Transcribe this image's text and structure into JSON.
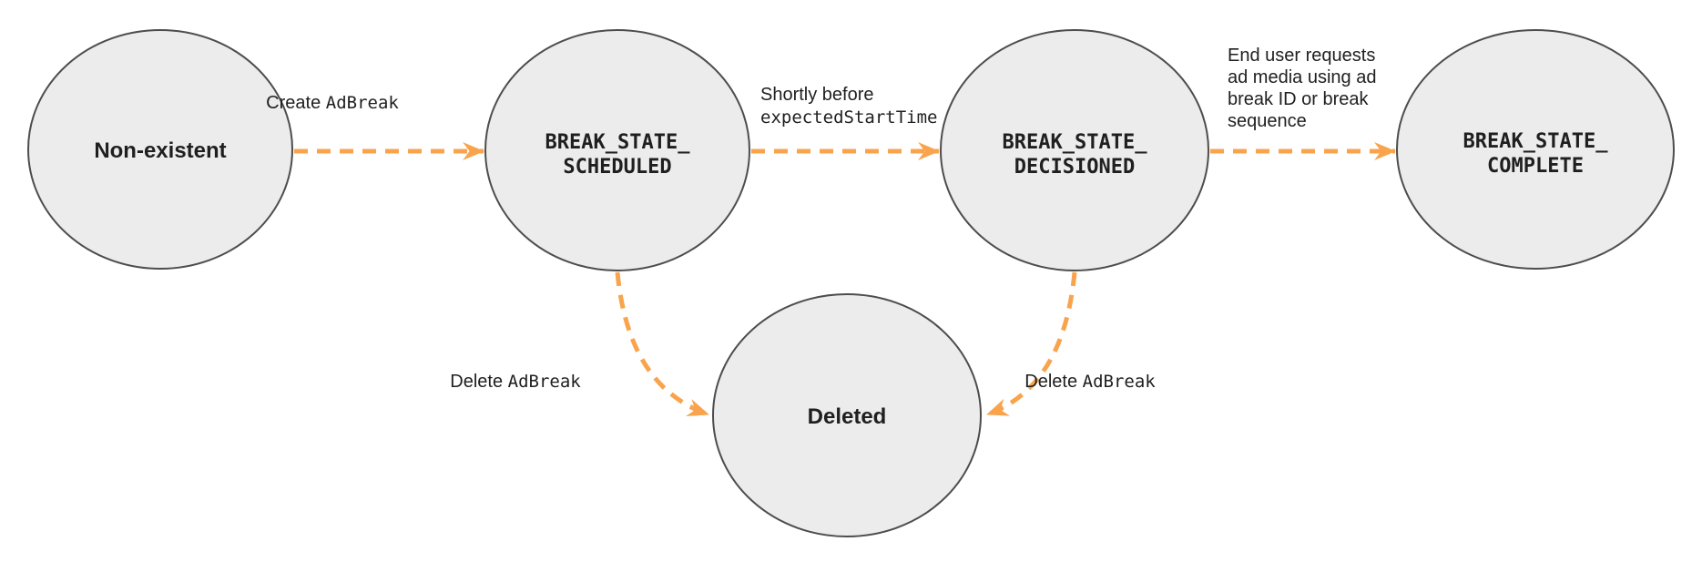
{
  "diagram": {
    "description": "Ad break state transition diagram",
    "colors": {
      "arrow": "#F9A44D",
      "node_fill": "#ECECEC",
      "node_stroke": "#4D4D4D",
      "text": "#1F1F1F"
    },
    "nodes": {
      "non_existent": {
        "label": "Non-existent"
      },
      "scheduled": {
        "line1": "BREAK_STATE_",
        "line2": "SCHEDULED"
      },
      "decisioned": {
        "line1": "BREAK_STATE_",
        "line2": "DECISIONED"
      },
      "complete": {
        "line1": "BREAK_STATE_",
        "line2": "COMPLETE"
      },
      "deleted": {
        "label": "Deleted"
      }
    },
    "edges": {
      "create": {
        "text": "Create ",
        "code": "AdBreak"
      },
      "decision": {
        "line1": "Shortly before",
        "line2_code": "expectedStartTime"
      },
      "complete": {
        "lines": [
          "End user requests",
          "ad media using ad",
          "break ID or break",
          "sequence"
        ]
      },
      "delete_from_scheduled": {
        "text": "Delete ",
        "code": "AdBreak"
      },
      "delete_from_decisioned": {
        "text": "Delete ",
        "code": "AdBreak"
      }
    }
  }
}
